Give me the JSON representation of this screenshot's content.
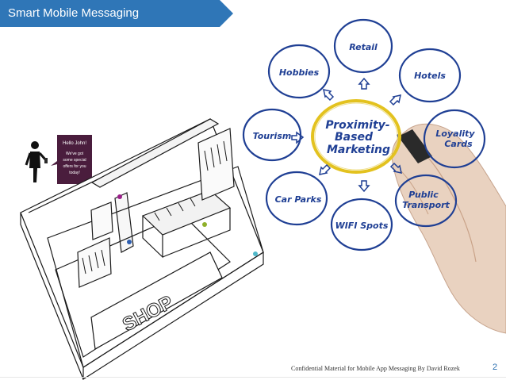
{
  "slide": {
    "title": "Smart Mobile Messaging",
    "footer": "Confidential Material for Mobile App Messaging By David Rozek",
    "page_number": "2"
  },
  "shop_illustration": {
    "bubble_lines": [
      "Hello John!",
      "We've got",
      "some special",
      "offers for you",
      "today!"
    ],
    "shop_sign": "SHOP"
  },
  "marketing_diagram": {
    "center_lines": [
      "Proximity-",
      "Based",
      "Marketing"
    ],
    "nodes": [
      {
        "label_lines": [
          "Retail"
        ]
      },
      {
        "label_lines": [
          "Hotels"
        ]
      },
      {
        "label_lines": [
          "Loyality",
          "Cards"
        ]
      },
      {
        "label_lines": [
          "Public",
          "Transport"
        ]
      },
      {
        "label_lines": [
          "WIFI Spots"
        ]
      },
      {
        "label_lines": [
          "Car Parks"
        ]
      },
      {
        "label_lines": [
          "Tourism"
        ]
      },
      {
        "label_lines": [
          "Hobbies"
        ]
      }
    ]
  },
  "colors": {
    "title_bar": "#2f76b7",
    "diagram_ink": "#1f3f94",
    "center_ring": "#e3c21f",
    "bubble": "#4a1d3d"
  }
}
